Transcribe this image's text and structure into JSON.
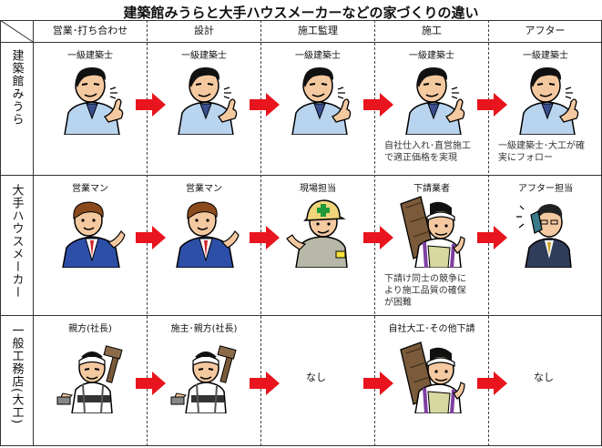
{
  "title": "建築館みうらと大手ハウスメーカーなどの家づくりの違い",
  "columns": [
    "営業･打ち合わせ",
    "設計",
    "施工監理",
    "施工",
    "アフター"
  ],
  "rows": [
    {
      "heading": "建築館みうら",
      "cells": [
        {
          "label": "一級建築士",
          "figure": "architect-figure"
        },
        {
          "label": "一級建築士",
          "figure": "architect-figure"
        },
        {
          "label": "一級建築士",
          "figure": "architect-figure"
        },
        {
          "label": "一級建築士",
          "figure": "architect-figure",
          "note": [
            "自社仕入れ･直営施工",
            "で適正価格を実現"
          ]
        },
        {
          "label": "一級建築士",
          "figure": "architect-figure",
          "note": [
            "一級建築士･大工が確",
            "実にフォロー"
          ]
        }
      ]
    },
    {
      "heading": "大手ハウスメーカー",
      "cells": [
        {
          "label": "営業マン",
          "figure": "salesman-figure"
        },
        {
          "label": "営業マン",
          "figure": "salesman-figure"
        },
        {
          "label": "現場担当",
          "figure": "site-manager-figure"
        },
        {
          "label": "下請業者",
          "figure": "subcontractor-figure",
          "note": [
            "下請け同士の競争に",
            "より施工品質の確保",
            "が困難"
          ]
        },
        {
          "label": "アフター担当",
          "figure": "aftercare-phone-figure"
        }
      ]
    },
    {
      "heading": "一般工務店(大工)",
      "cells": [
        {
          "label": "親方(社長)",
          "figure": "carpenter-figure"
        },
        {
          "label": "施主･親方(社長)",
          "figure": "carpenter-figure"
        },
        {
          "label": "",
          "figure": "",
          "none": "なし"
        },
        {
          "label": "自社大工･その他下請",
          "figure": "subcontractor-figure"
        },
        {
          "label": "",
          "figure": "",
          "none": "なし"
        }
      ]
    }
  ],
  "colors": {
    "arrow": "#e8141e",
    "skin": "#f4c9a0",
    "shirt_blue": "#b9d4ee",
    "suit_blue": "#2d4fa8",
    "helmet": "#f0d57a",
    "cross": "#1f9a3a"
  }
}
